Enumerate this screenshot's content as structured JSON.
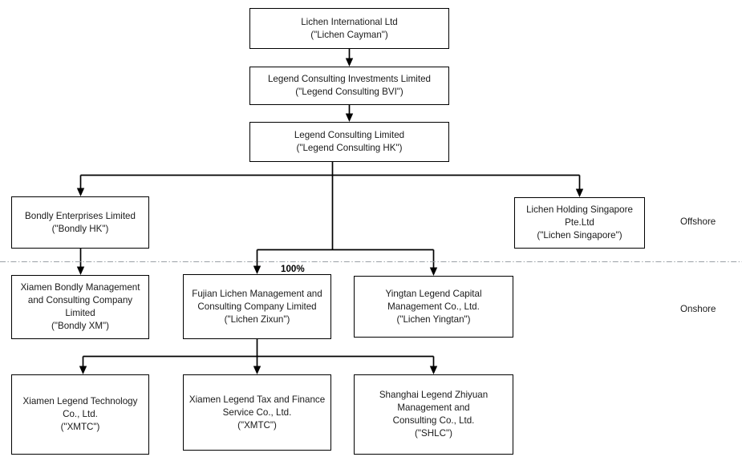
{
  "diagram": {
    "title": "Corporate Organizational Structure",
    "type": "org-chart",
    "colors": {
      "box_border": "#000000",
      "box_fill": "#ffffff",
      "connector": "#000000",
      "divider": "#9aa0a6",
      "text": "#1a1a1a"
    }
  },
  "nodes": {
    "cayman": {
      "line1": "Lichen International Ltd",
      "line2": "(\"Lichen Cayman\")"
    },
    "bvi": {
      "line1": "Legend Consulting Investments Limited",
      "line2": "(\"Legend Consulting BVI\")"
    },
    "hk": {
      "line1": "Legend Consulting Limited",
      "line2": "(\"Legend Consulting HK\")"
    },
    "bondly_hk": {
      "line1": "Bondly Enterprises Limited",
      "line2": "(\"Bondly HK\")"
    },
    "singapore": {
      "line1": "Lichen Holding Singapore",
      "line2": "Pte.Ltd",
      "line3": "(\"Lichen Singapore\")"
    },
    "bondly_xm": {
      "line1": "Xiamen Bondly Management",
      "line2": "and Consulting Company",
      "line3": "Limited",
      "line4": "(\"Bondly XM\")"
    },
    "lichen_zixun": {
      "line1": "Fujian Lichen Management and",
      "line2": "Consulting Company Limited",
      "line3": "(\"Lichen Zixun\")"
    },
    "lichen_yingtan": {
      "line1": "Yingtan Legend Capital",
      "line2": "Management Co., Ltd.",
      "line3": "(\"Lichen Yingtan\")"
    },
    "xmtc_tech": {
      "line1": "Xiamen Legend Technology",
      "line2": "Co., Ltd.",
      "line3": "(\"XMTC\")"
    },
    "xmtc_tax": {
      "line1": "Xiamen Legend Tax and Finance",
      "line2": "Service Co., Ltd.",
      "line3": "(\"XMTC\")"
    },
    "shlc": {
      "line1": "Shanghai Legend Zhiyuan",
      "line2": "Management and",
      "line3": "Consulting Co., Ltd.",
      "line4": "(\"SHLC\")"
    }
  },
  "labels": {
    "offshore": "Offshore",
    "onshore": "Onshore",
    "ownership_pct": "100%"
  }
}
